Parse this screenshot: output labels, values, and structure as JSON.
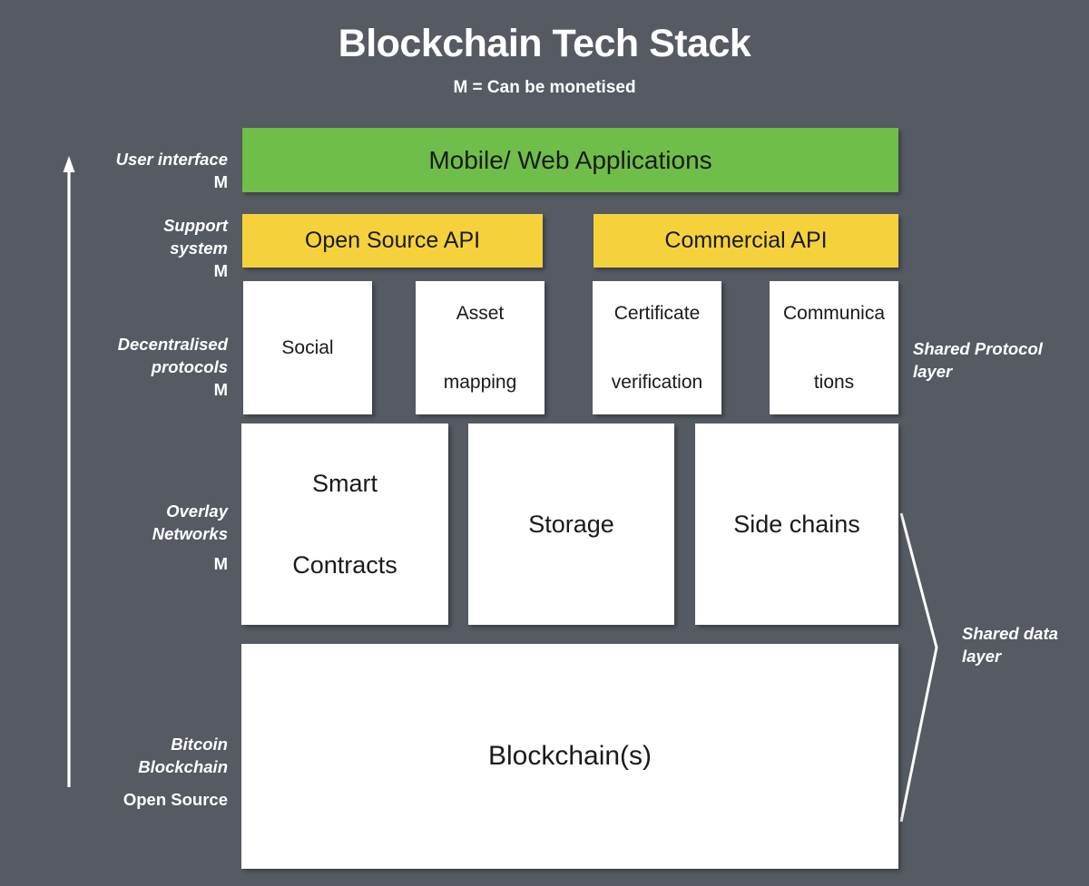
{
  "header": {
    "title": "Blockchain Tech Stack",
    "subtitle": "M = Can be monetised"
  },
  "colors": {
    "background": "#555a63",
    "application_layer": "#6fbe4a",
    "api_layer": "#f5d23c",
    "box": "#ffffff",
    "text_light": "#ffffff",
    "text_dark": "#1a1a1a"
  },
  "left_axis": {
    "arrow": "up-arrow",
    "labels": [
      {
        "name": "user-interface",
        "text": "User interface",
        "monetised": "M",
        "style": "italic"
      },
      {
        "name": "support-system",
        "text": "Support\nsystem",
        "monetised": "M",
        "style": "italic"
      },
      {
        "name": "decentralised-protocols",
        "text": "Decentralised\nprotocols",
        "monetised": "M",
        "style": "italic"
      },
      {
        "name": "overlay-networks",
        "text": "Overlay\nNetworks",
        "monetised": "M",
        "style": "italic"
      },
      {
        "name": "bitcoin-blockchain",
        "text": "Bitcoin\nBlockchain",
        "monetised": "",
        "style": "italic"
      },
      {
        "name": "open-source",
        "text": "Open Source",
        "monetised": "",
        "style": "plain"
      }
    ]
  },
  "right_axis": {
    "labels": [
      {
        "name": "shared-protocol-layer",
        "line1": "Shared",
        "line2": "Protocol layer"
      },
      {
        "name": "shared-data-layer",
        "line1": "Shared",
        "line2": "data layer"
      }
    ]
  },
  "stack": {
    "application_row": [
      {
        "name": "mobile-web-applications",
        "label": "Mobile/ Web Applications"
      }
    ],
    "api_row": [
      {
        "name": "open-source-api",
        "label": "Open Source API"
      },
      {
        "name": "commercial-api",
        "label": "Commercial API"
      }
    ],
    "protocol_row": [
      {
        "name": "social",
        "line1": "Social",
        "line2": ""
      },
      {
        "name": "asset-mapping",
        "line1": "Asset",
        "line2": "mapping"
      },
      {
        "name": "certificate-verification",
        "line1": "Certificate",
        "line2": "verification"
      },
      {
        "name": "communications",
        "line1": "Communica",
        "line2": "tions"
      }
    ],
    "overlay_row": [
      {
        "name": "smart-contracts",
        "line1": "Smart",
        "line2": "Contracts"
      },
      {
        "name": "storage",
        "line1": "Storage",
        "line2": ""
      },
      {
        "name": "side-chains",
        "line1": "Side chains",
        "line2": ""
      }
    ],
    "base_row": [
      {
        "name": "blockchains",
        "label": "Blockchain(s)"
      }
    ]
  }
}
